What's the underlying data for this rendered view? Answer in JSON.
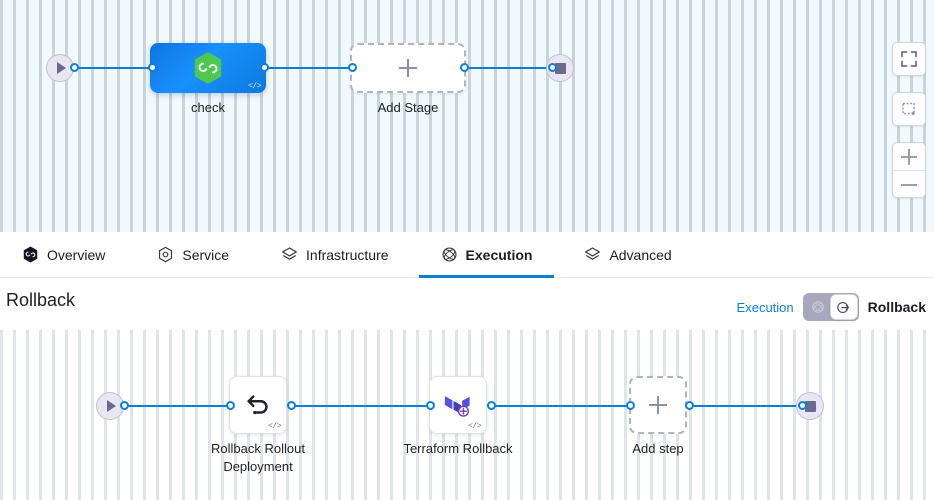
{
  "top_canvas": {
    "start_node": {
      "icon": "play-icon"
    },
    "end_node": {
      "icon": "stop-icon"
    },
    "stages": [
      {
        "label": "check",
        "icon": "harness-hexagon-icon",
        "badge": "</>",
        "type": "stage"
      },
      {
        "label": "Add Stage",
        "icon": "plus-icon",
        "type": "add"
      }
    ],
    "toolbar": {
      "fullscreen_label": "fullscreen-icon",
      "fit_label": "zoom-to-fit-icon",
      "zoom_in_label": "zoom-in-icon",
      "zoom_out_label": "zoom-out-icon"
    }
  },
  "tabs": [
    {
      "label": "Overview",
      "icon": "harness-hexagon-icon",
      "active": false
    },
    {
      "label": "Service",
      "icon": "service-hexagon-icon",
      "active": false
    },
    {
      "label": "Infrastructure",
      "icon": "layers-icon",
      "active": false
    },
    {
      "label": "Execution",
      "icon": "execution-icon",
      "active": true
    },
    {
      "label": "Advanced",
      "icon": "layers-icon",
      "active": false
    }
  ],
  "section": {
    "title": "Rollback",
    "toggle": {
      "left_label": "Execution",
      "right_label": "Rollback",
      "left_icon": "execution-icon",
      "right_icon": "rollback-icon",
      "selected": "Rollback"
    }
  },
  "bottom_canvas": {
    "start_node": {
      "icon": "play-icon"
    },
    "end_node": {
      "icon": "stop-icon"
    },
    "steps": [
      {
        "label": "Rollback Rollout Deployment",
        "icon": "undo-arrow-icon",
        "badge": "</>",
        "type": "step"
      },
      {
        "label": "Terraform Rollback",
        "icon": "terraform-icon",
        "badge": "</>",
        "type": "step"
      },
      {
        "label": "Add step",
        "icon": "plus-icon",
        "type": "add"
      }
    ]
  },
  "colors": {
    "accent_blue": "#0b7fd4",
    "stage_blue": "#1890ff",
    "harness_green": "#4dc952",
    "terraform_purple": "#5c4ee5",
    "node_lavender": "#e8e6f2",
    "canvas_top_bg": "#f0f9fc",
    "canvas_bottom_bg": "#ffffff"
  }
}
